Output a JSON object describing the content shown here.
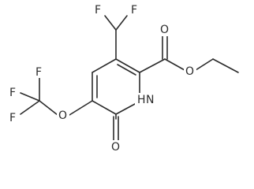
{
  "molecule": {
    "atoms": {
      "f_top_left": "F",
      "f_top_right": "F",
      "o_ester_carbonyl": "O",
      "o_ester_ether": "O",
      "f_cf3_top": "F",
      "f_cf3_left": "F",
      "f_cf3_bottom": "F",
      "o_ether": "O",
      "n_ring": "N",
      "h_ring": "H",
      "o_ketone": "O"
    }
  }
}
